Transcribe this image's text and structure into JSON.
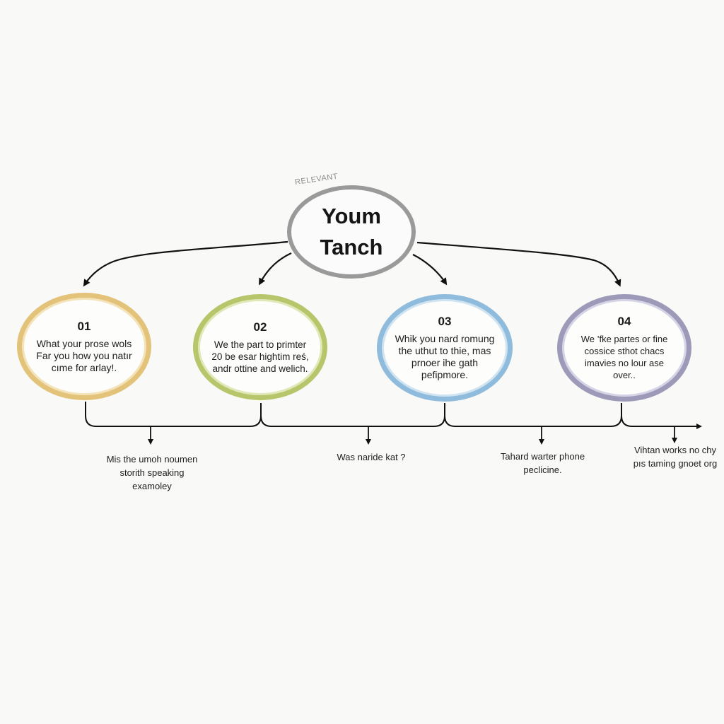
{
  "root": {
    "caption": "RELEVANT",
    "title_line1": "Youm",
    "title_line2": "Tanch",
    "border_color": "#9a9a9a"
  },
  "steps": [
    {
      "number": "01",
      "text": "What your prose wols Far you how you natır cıme for arlay!.",
      "color": "#e3c27a"
    },
    {
      "number": "02",
      "text": "We the part to primter 20 be esar hightim reś, andr ottine and welich.",
      "color": "#b7c66a"
    },
    {
      "number": "03",
      "text": "Whik you nard romung the uthut to thie, mas prnoer ihe gath pefipmore.",
      "color": "#8fbbdc"
    },
    {
      "number": "04",
      "text": "We ’fke partes or fine cossice sthot chacs imavies no lour ase over..",
      "color": "#9c9ab8"
    }
  ],
  "outcomes": [
    {
      "text": "Mis the umoh noumen storith speaking examoley"
    },
    {
      "text": "Was naride kat ?"
    },
    {
      "text": "Tahard warter phone peclicine."
    },
    {
      "text": "Vihtan works no chy pıs taming gnoet org"
    }
  ],
  "connector_color": "#111111"
}
